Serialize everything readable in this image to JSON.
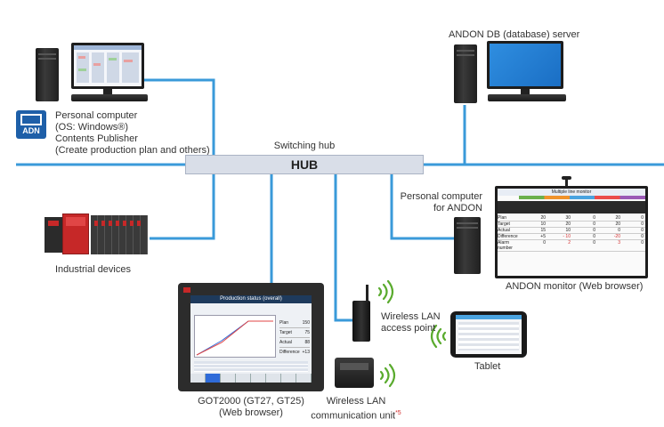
{
  "hub": {
    "title": "Switching hub",
    "label": "HUB"
  },
  "nodes": {
    "personal_computer": {
      "lines": [
        "Personal computer",
        "(OS: Windows®)",
        "Contents Publisher",
        "(Create production plan and others)"
      ],
      "icon": "ADN"
    },
    "db_server": {
      "label": "ANDON DB (database) server"
    },
    "pc_andon": {
      "lines": [
        "Personal computer",
        "for ANDON"
      ]
    },
    "andon_monitor": {
      "label": "ANDON monitor (Web browser)",
      "screen_title": "Multiple line monitor",
      "rows": [
        {
          "name": "Plan",
          "values": [
            "20",
            "30",
            "0",
            "20",
            "0"
          ]
        },
        {
          "name": "Target",
          "values": [
            "10",
            "20",
            "0",
            "20",
            "0"
          ]
        },
        {
          "name": "Actual",
          "values": [
            "15",
            "10",
            "0",
            "0",
            "0"
          ]
        },
        {
          "name": "Difference",
          "values": [
            "+5",
            "- 10",
            "0",
            "-20",
            "0"
          ]
        },
        {
          "name": "Alarm number",
          "values": [
            "0",
            "2",
            "0",
            "3",
            "0"
          ]
        }
      ]
    },
    "industrial_devices": {
      "label": "Industrial devices"
    },
    "got2000": {
      "lines": [
        "GOT2000 (GT27, GT25)",
        "(Web browser)"
      ],
      "screen_title": "Production status (overall)",
      "stats": [
        {
          "name": "Plan",
          "value": "150"
        },
        {
          "name": "Target",
          "value": "75"
        },
        {
          "name": "Actual",
          "value": "88"
        },
        {
          "name": "Difference",
          "value": "+13"
        }
      ]
    },
    "wireless_ap": {
      "lines": [
        "Wireless LAN",
        "access point"
      ]
    },
    "tablet": {
      "label": "Tablet"
    },
    "wireless_unit": {
      "lines": [
        "Wireless LAN",
        "communication unit"
      ],
      "note": "*5"
    }
  },
  "colors": {
    "network_line": "#3a9ad9",
    "hub_fill": "#d9dee8",
    "wifi": "#5aab2e",
    "plc_red": "#c62828",
    "logo_blue": "#1e5fa8"
  }
}
